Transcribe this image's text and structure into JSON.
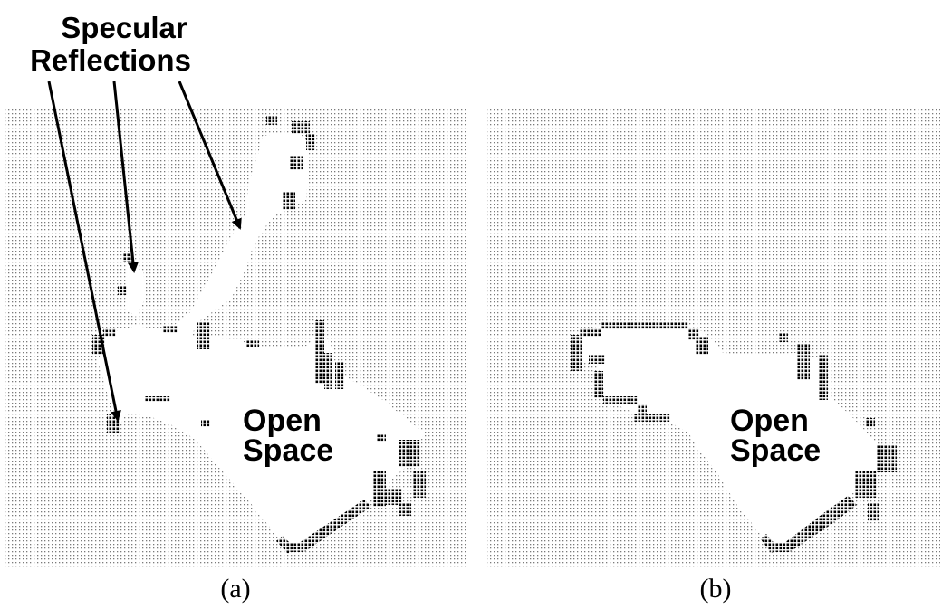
{
  "annotation": {
    "line1": "Specular",
    "line2": "Reflections"
  },
  "panels": [
    {
      "id": "a",
      "open_label_line1": "Open",
      "open_label_line2": "Space",
      "caption": "(a)"
    },
    {
      "id": "b",
      "open_label_line1": "Open",
      "open_label_line2": "Space",
      "caption": "(b)"
    }
  ],
  "colors": {
    "grid_dot": "#7a7a7a",
    "obstacle_dot": "#000000",
    "open_space": "#ffffff"
  }
}
